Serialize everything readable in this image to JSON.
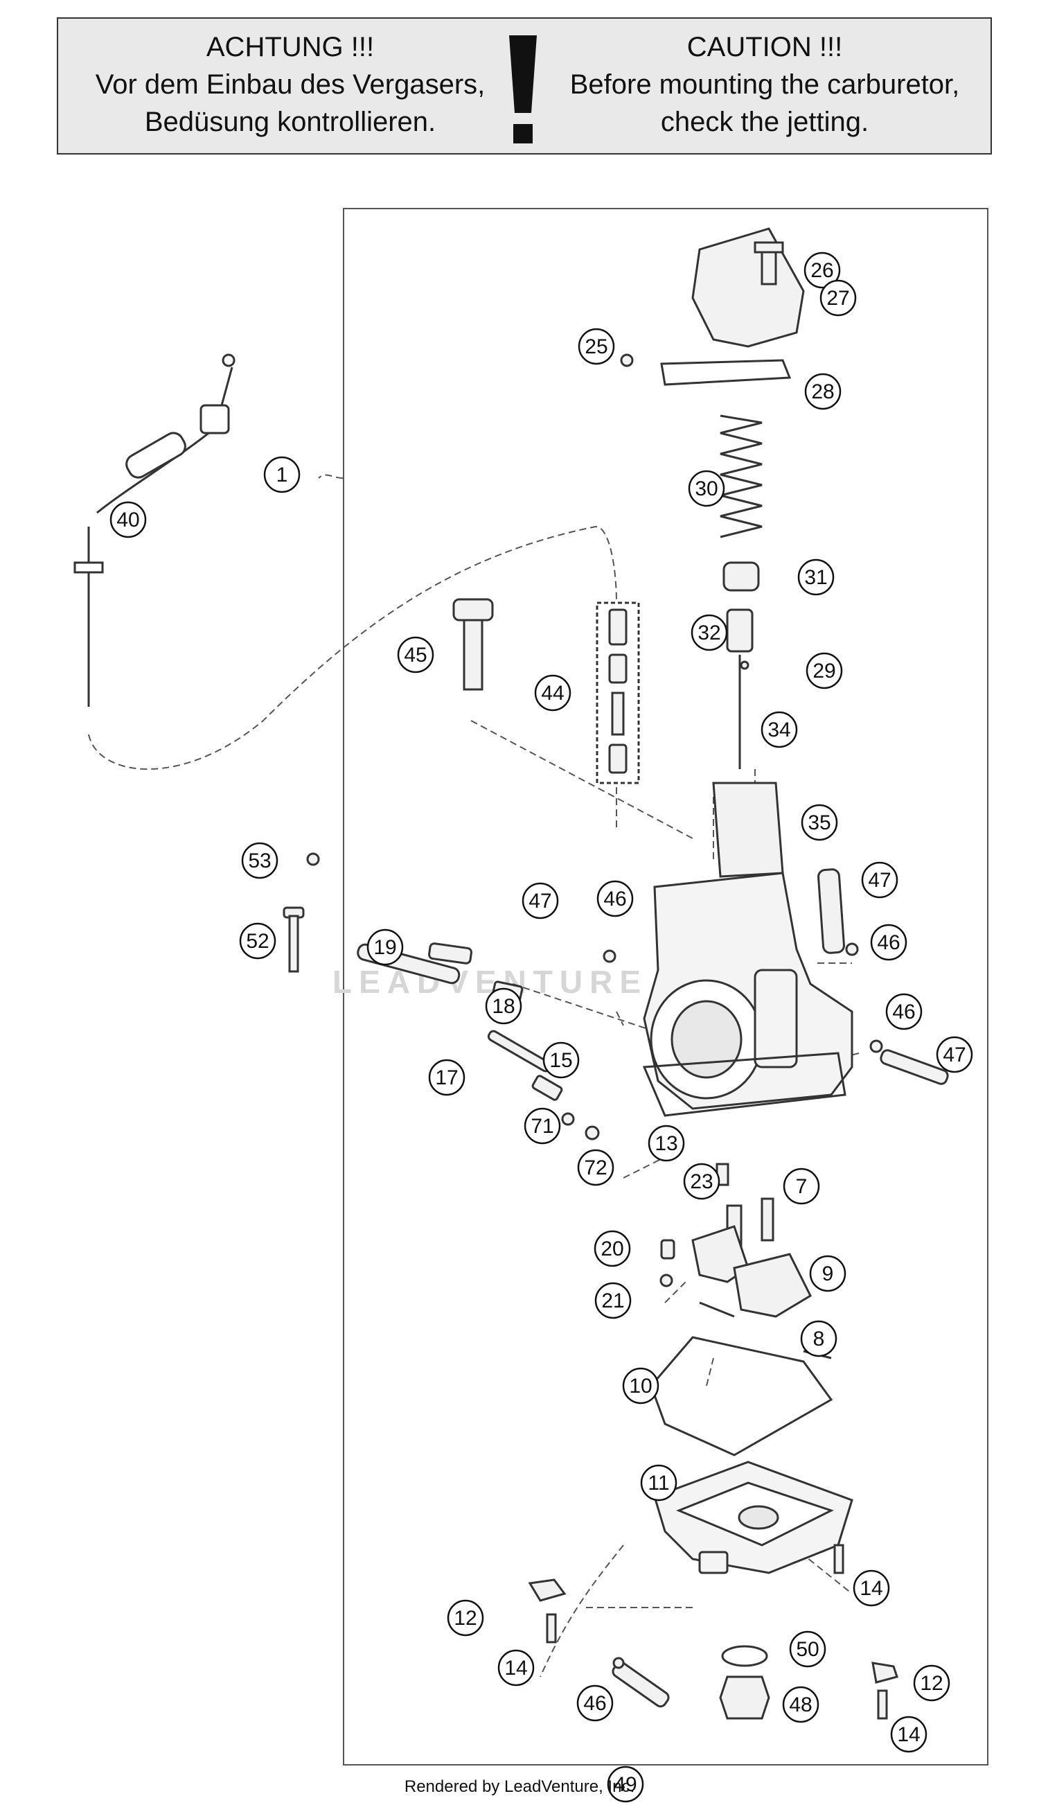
{
  "warning": {
    "de_title": "ACHTUNG !!!",
    "de_line1": "Vor dem Einbau des Vergasers,",
    "de_line2": "Bedüsung kontrollieren.",
    "en_title": "CAUTION !!!",
    "en_line1": "Before mounting the carburetor,",
    "en_line2": "check the jetting."
  },
  "watermark": "LEADVENTURE",
  "footer": "Rendered by LeadVenture, Inc.",
  "callouts": [
    "1",
    "40",
    "26",
    "27",
    "25",
    "28",
    "30",
    "31",
    "32",
    "29",
    "34",
    "45",
    "44",
    "35",
    "53",
    "52",
    "47",
    "46",
    "19",
    "18",
    "47",
    "46",
    "46",
    "47",
    "17",
    "15",
    "71",
    "72",
    "13",
    "23",
    "7",
    "20",
    "9",
    "21",
    "8",
    "10",
    "11",
    "14",
    "12",
    "14",
    "50",
    "46",
    "48",
    "49",
    "12",
    "14"
  ]
}
